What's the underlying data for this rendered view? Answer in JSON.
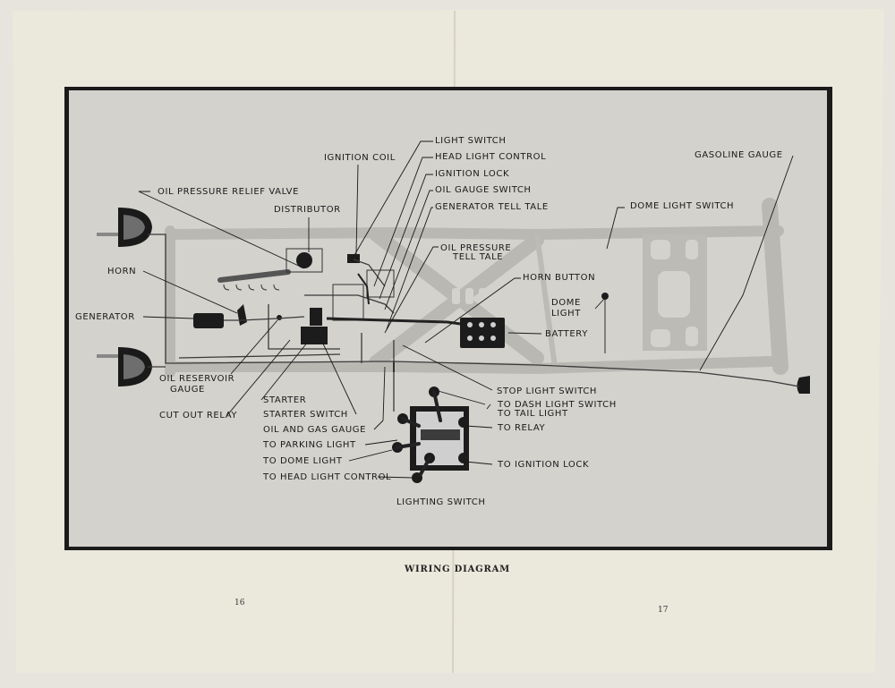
{
  "caption": "WIRING DIAGRAM",
  "page_left": "16",
  "page_right": "17",
  "labels": {
    "light_switch": "LIGHT SWITCH",
    "head_light_control": "HEAD LIGHT CONTROL",
    "ignition_coil": "IGNITION COIL",
    "ignition_lock": "IGNITION LOCK",
    "oil_gauge_switch": "OIL GAUGE SWITCH",
    "generator_tell_tale": "GENERATOR TELL TALE",
    "gasoline_gauge": "GASOLINE GAUGE",
    "oil_pressure_relief_valve": "OIL PRESSURE RELIEF VALVE",
    "distributor": "DISTRIBUTOR",
    "dome_light_switch": "DOME LIGHT SWITCH",
    "oil_pressure_tell_tale_1": "OIL PRESSURE",
    "oil_pressure_tell_tale_2": "TELL TALE",
    "horn": "HORN",
    "horn_button": "HORN BUTTON",
    "dome_light_1": "DOME",
    "dome_light_2": "LIGHT",
    "generator": "GENERATOR",
    "battery": "BATTERY",
    "oil_reservoir_gauge_1": "OIL RESERVOIR",
    "oil_reservoir_gauge_2": "GAUGE",
    "stop_light_switch": "STOP LIGHT SWITCH",
    "starter": "STARTER",
    "to_dash_light_switch": "TO DASH LIGHT SWITCH",
    "cut_out_relay": "CUT OUT RELAY",
    "starter_switch": "STARTER SWITCH",
    "to_tail_light": "TO TAIL LIGHT",
    "oil_and_gas_gauge": "OIL AND GAS GAUGE",
    "to_relay": "TO RELAY",
    "to_parking_light": "TO PARKING LIGHT",
    "to_dome_light": "TO DOME LIGHT",
    "to_ignition_lock": "TO IGNITION LOCK",
    "to_head_light_control": "TO HEAD LIGHT CONTROL",
    "lighting_switch": "LIGHTING SWITCH"
  }
}
